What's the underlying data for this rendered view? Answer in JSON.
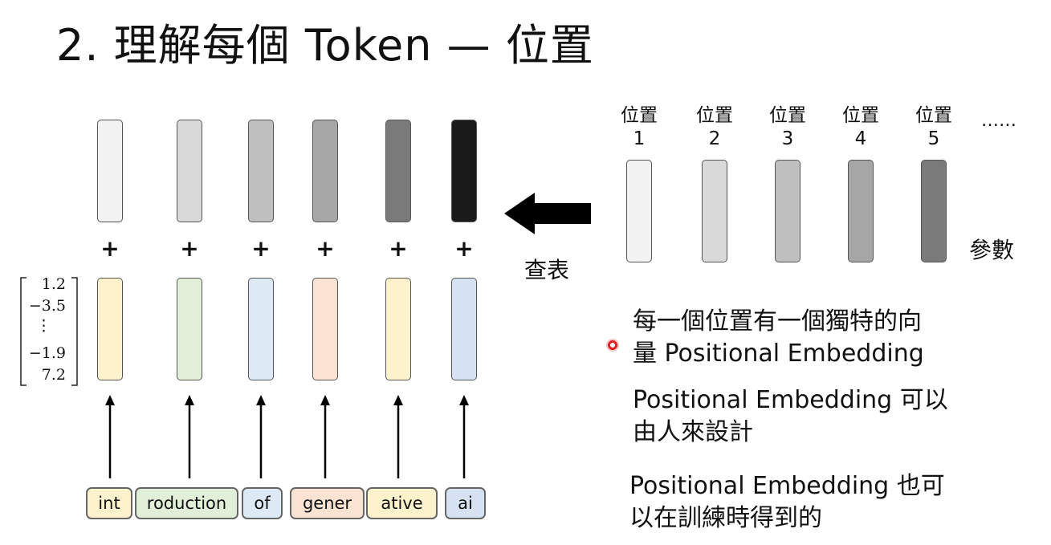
{
  "title": "2. 理解每個 Token — 位置",
  "tokens": [
    "int",
    "roduction",
    "of",
    "gener",
    "ative",
    "ai"
  ],
  "token_colors": [
    "#fdf2cc",
    "#e1efd9",
    "#dde9f5",
    "#fbe3d3",
    "#fdf2cc",
    "#d6e2f1"
  ],
  "vector_example": [
    "1.2",
    "−3.5",
    "⋮",
    "−1.9",
    "7.2"
  ],
  "plus_sign": "+",
  "lookup_label": "查表",
  "position_labels": [
    {
      "word": "位置",
      "num": "1"
    },
    {
      "word": "位置",
      "num": "2"
    },
    {
      "word": "位置",
      "num": "3"
    },
    {
      "word": "位置",
      "num": "4"
    },
    {
      "word": "位置",
      "num": "5"
    }
  ],
  "ellipsis": "……",
  "params_label": "參數",
  "position_vector_shades": [
    "#f2f2f2",
    "#d9d9d9",
    "#bfbfbf",
    "#a6a6a6",
    "#7a7a7a"
  ],
  "added_vector_shades": [
    "#f2f2f2",
    "#d9d9d9",
    "#bfbfbf",
    "#a6a6a6",
    "#7a7a7a",
    "#1a1a1a"
  ],
  "descriptions": [
    {
      "line1": "每一個位置有一個獨特的向",
      "line2": "量 Positional Embedding"
    },
    {
      "line1": "Positional Embedding 可以",
      "line2": "由人來設計"
    },
    {
      "line1": "Positional Embedding 也可",
      "line2": "以在訓練時得到的"
    }
  ],
  "pointer_color": "#e02020"
}
